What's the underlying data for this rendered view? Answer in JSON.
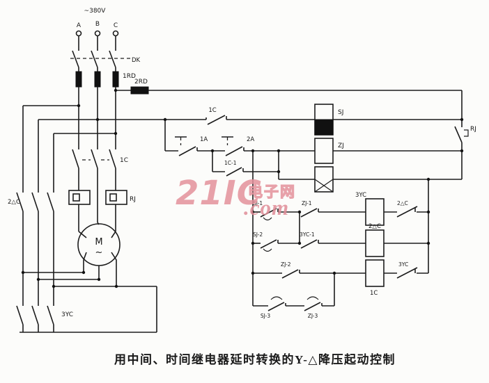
{
  "caption": "用中间、时间继电器延时转换的Y-△降压起动控制",
  "watermark": {
    "brand": "21IC",
    "site_name": "电子网",
    "domain_suffix": ".com",
    "color": "#e4929c"
  },
  "colors": {
    "line": "#1c1c1c",
    "background": "#fcfcfa",
    "watermark_pink": "#e4929c"
  },
  "power": {
    "supply_voltage": "~380V",
    "phase_a": "A",
    "phase_b": "B",
    "phase_c": "C",
    "knife_switch": "DK",
    "main_fuse": "1RD",
    "control_fuse": "2RD",
    "main_contactor_contacts": "1C",
    "thermal_relay": "RJ",
    "motor_letter": "M",
    "motor_ac": "~",
    "delta_contactor": "2△C",
    "star_contactor": "3YC"
  },
  "control": {
    "hold_contact": "1C",
    "start_button": "1A",
    "second_button": "2A",
    "time_relay_coil": "SJ",
    "intermediate_relay_coil": "ZJ",
    "overload_contact": "RJ",
    "aux_contact": "1C-1",
    "row1_delay_contact": "SJ-1",
    "row1_relay_contact": "ZJ-1",
    "star_coil": "3YC",
    "row1_interlock": "2△C",
    "row2_delay_contact": "SJ-2",
    "row2_aux_contact": "3YC-1",
    "delta_coil": "2△C",
    "row3_relay_contact": "ZJ-2",
    "line_coil": "1C",
    "row3_interlock": "3YC",
    "bottom_delay_contact_1": "SJ-3",
    "bottom_delay_contact_2": "ZJ-3"
  }
}
